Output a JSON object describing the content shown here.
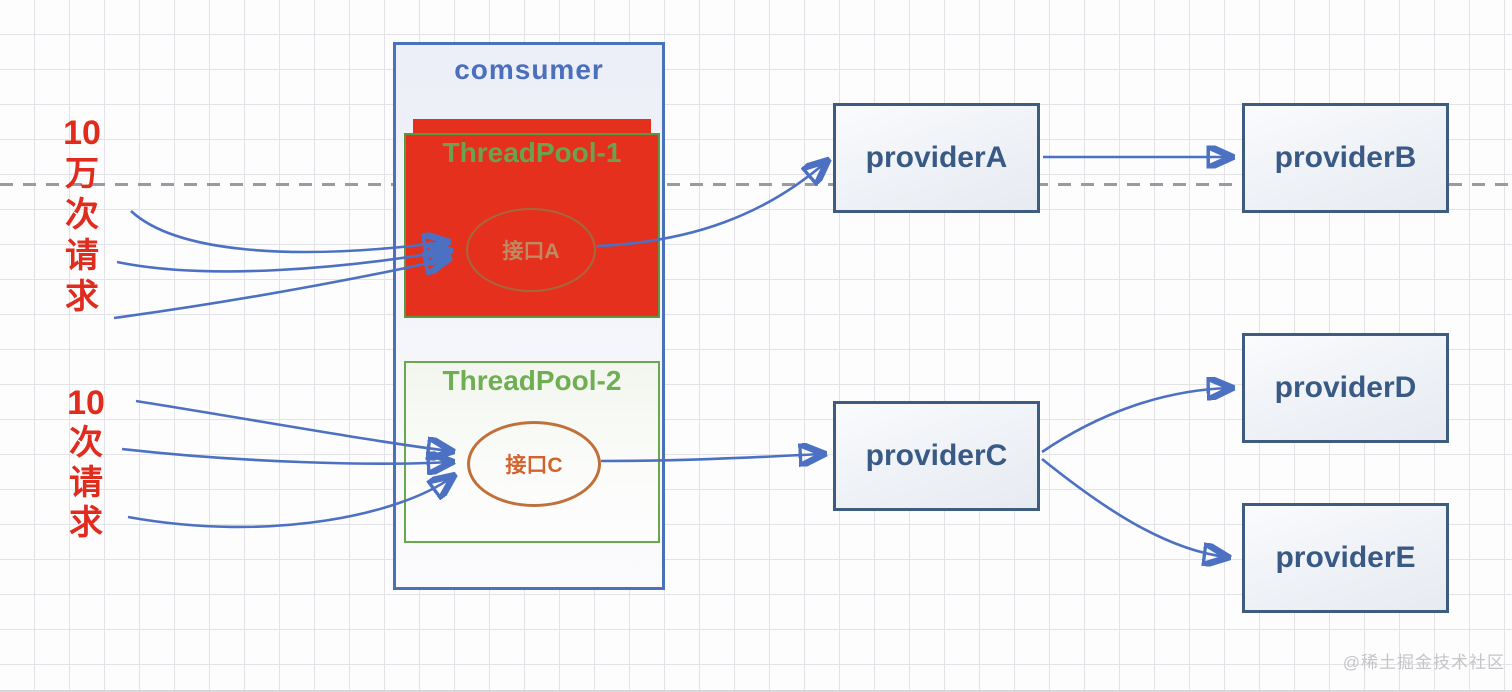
{
  "consumer": {
    "title": "comsumer"
  },
  "threadpool1": {
    "title": "ThreadPool-1",
    "interface": "接口A",
    "fill_color": "#e6301e",
    "border_color": "#5f9641",
    "title_color": "#6ba24f"
  },
  "threadpool2": {
    "title": "ThreadPool-2",
    "interface": "接口C",
    "border_color": "#6aa84f",
    "title_color": "#6fae53",
    "interface_color": "#d4622d"
  },
  "providers": {
    "a": {
      "label": "providerA"
    },
    "b": {
      "label": "providerB"
    },
    "c": {
      "label": "providerC"
    },
    "d": {
      "label": "providerD"
    },
    "e": {
      "label": "providerE"
    }
  },
  "labels": {
    "high": [
      "10",
      "万",
      "次",
      "请",
      "求"
    ],
    "low": [
      "10",
      "次",
      "请",
      "求"
    ],
    "color": "#e02b1d"
  },
  "watermark": "@稀土掘金技术社区",
  "colors": {
    "arrow_blue": "#4c70c2",
    "consumer_border": "#4a72b8",
    "consumer_title": "#4a6fbe",
    "provider_border": "#3d5c80",
    "provider_text": "#3a5a86",
    "dashed_line": "#9a9aa0",
    "grid_line": "#e3e3e7"
  }
}
